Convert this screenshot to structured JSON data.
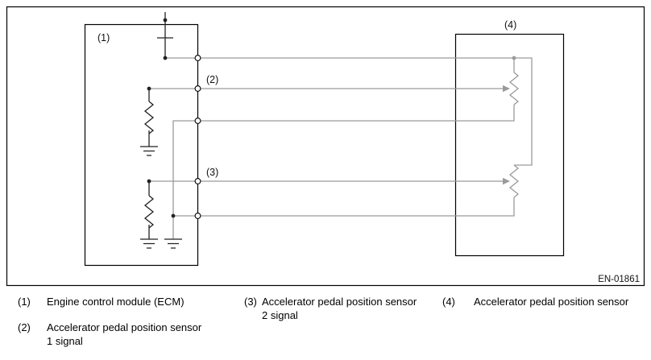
{
  "diagram": {
    "ref_ecm": "(1)",
    "ref_signal1": "(2)",
    "ref_signal2": "(3)",
    "ref_sensor": "(4)",
    "figure_code": "EN-01861"
  },
  "legend": {
    "items": [
      {
        "ref": "(1)",
        "line1": "Engine control module (ECM)",
        "line2": ""
      },
      {
        "ref": "(2)",
        "line1": "Accelerator pedal position sensor",
        "line2": "1 signal"
      },
      {
        "ref": "(3)",
        "line1": "Accelerator pedal position sensor",
        "line2": "2 signal"
      },
      {
        "ref": "(4)",
        "line1": "Accelerator pedal position sensor",
        "line2": ""
      }
    ]
  },
  "colors": {
    "wire": "#9a9a9a",
    "component": "#222222",
    "frame": "#000000",
    "background": "#ffffff"
  }
}
